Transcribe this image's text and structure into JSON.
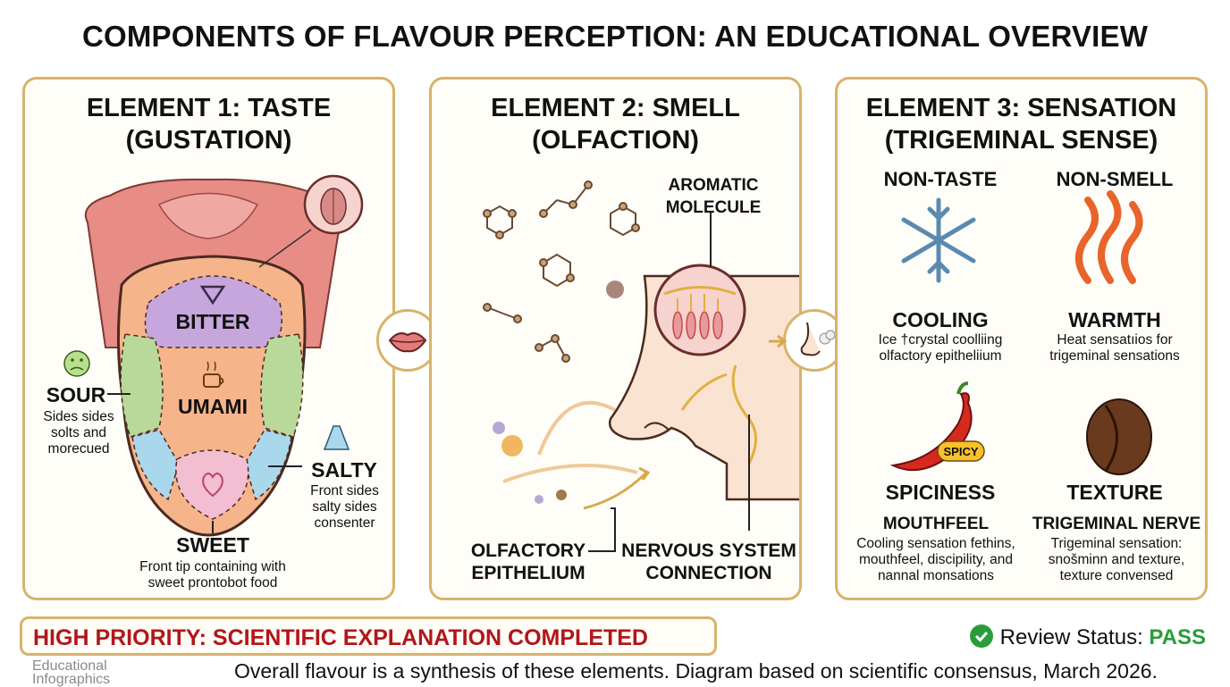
{
  "title": "COMPONENTS OF FLAVOUR PERCEPTION: AN EDUCATIONAL OVERVIEW",
  "panel1": {
    "title_line1": "ELEMENT 1: TASTE",
    "title_line2": "(GUSTATION)",
    "bitter": "BITTER",
    "umami": "UMAMI",
    "sour": "SOUR",
    "sour_desc": [
      "Sides sides",
      "solts and",
      "morecued"
    ],
    "salty": "SALTY",
    "salty_desc": [
      "Front sides",
      "salty sides",
      "consenter"
    ],
    "sweet": "SWEET",
    "sweet_desc": [
      "Front tip containing with",
      "sweet prontobot food"
    ]
  },
  "panel2": {
    "title_line1": "ELEMENT 2: SMELL",
    "title_line2": "(OLFACTION)",
    "aromatic_line1": "AROMATIC",
    "aromatic_line2": "MOLECULE",
    "epithelium_line1": "OLFACTORY",
    "epithelium_line2": "EPITHELIUM",
    "nervous_line1": "NERVOUS SYSTEM",
    "nervous_line2": "CONNECTION"
  },
  "panel3": {
    "title_line1": "ELEMENT 3: SENSATION",
    "title_line2": "(TRIGEMINAL SENSE)",
    "non_taste": "NON-TASTE",
    "non_smell": "NON-SMELL",
    "cooling": "COOLING",
    "cooling_desc": [
      "Ice †crystal coolliing",
      "olfactory epitheliium"
    ],
    "warmth": "WARMTH",
    "warmth_desc": [
      "Heat sensatıios for",
      "trigeminal sensations"
    ],
    "spicy_tag": "SPICY",
    "spiciness": "SPICINESS",
    "texture": "TEXTURE",
    "mouthfeel": "MOUTHFEEL",
    "mouthfeel_desc": [
      "Cooling sensation fethins,",
      "mouthfeel, discipility, and",
      "nannal monsations"
    ],
    "trigeminal": "TRIGEMINAL NERVE",
    "trigeminal_desc": [
      "Trigeminal sensation:",
      "snošminn and texture,",
      "texture convensed"
    ]
  },
  "banner": "HIGH PRIORITY: SCIENTIFIC EXPLANATION COMPLETED",
  "review_label": "Review Status:",
  "review_value": "PASS",
  "footer": "Overall flavour is a synthesis of these elements. Diagram based on scientific consensus, March 2026.",
  "logo_line1": "Educational",
  "logo_line2": "Infographics",
  "colors": {
    "accent": "#d8b36a",
    "alert": "#b1161c",
    "pass": "#2a9d3a"
  }
}
